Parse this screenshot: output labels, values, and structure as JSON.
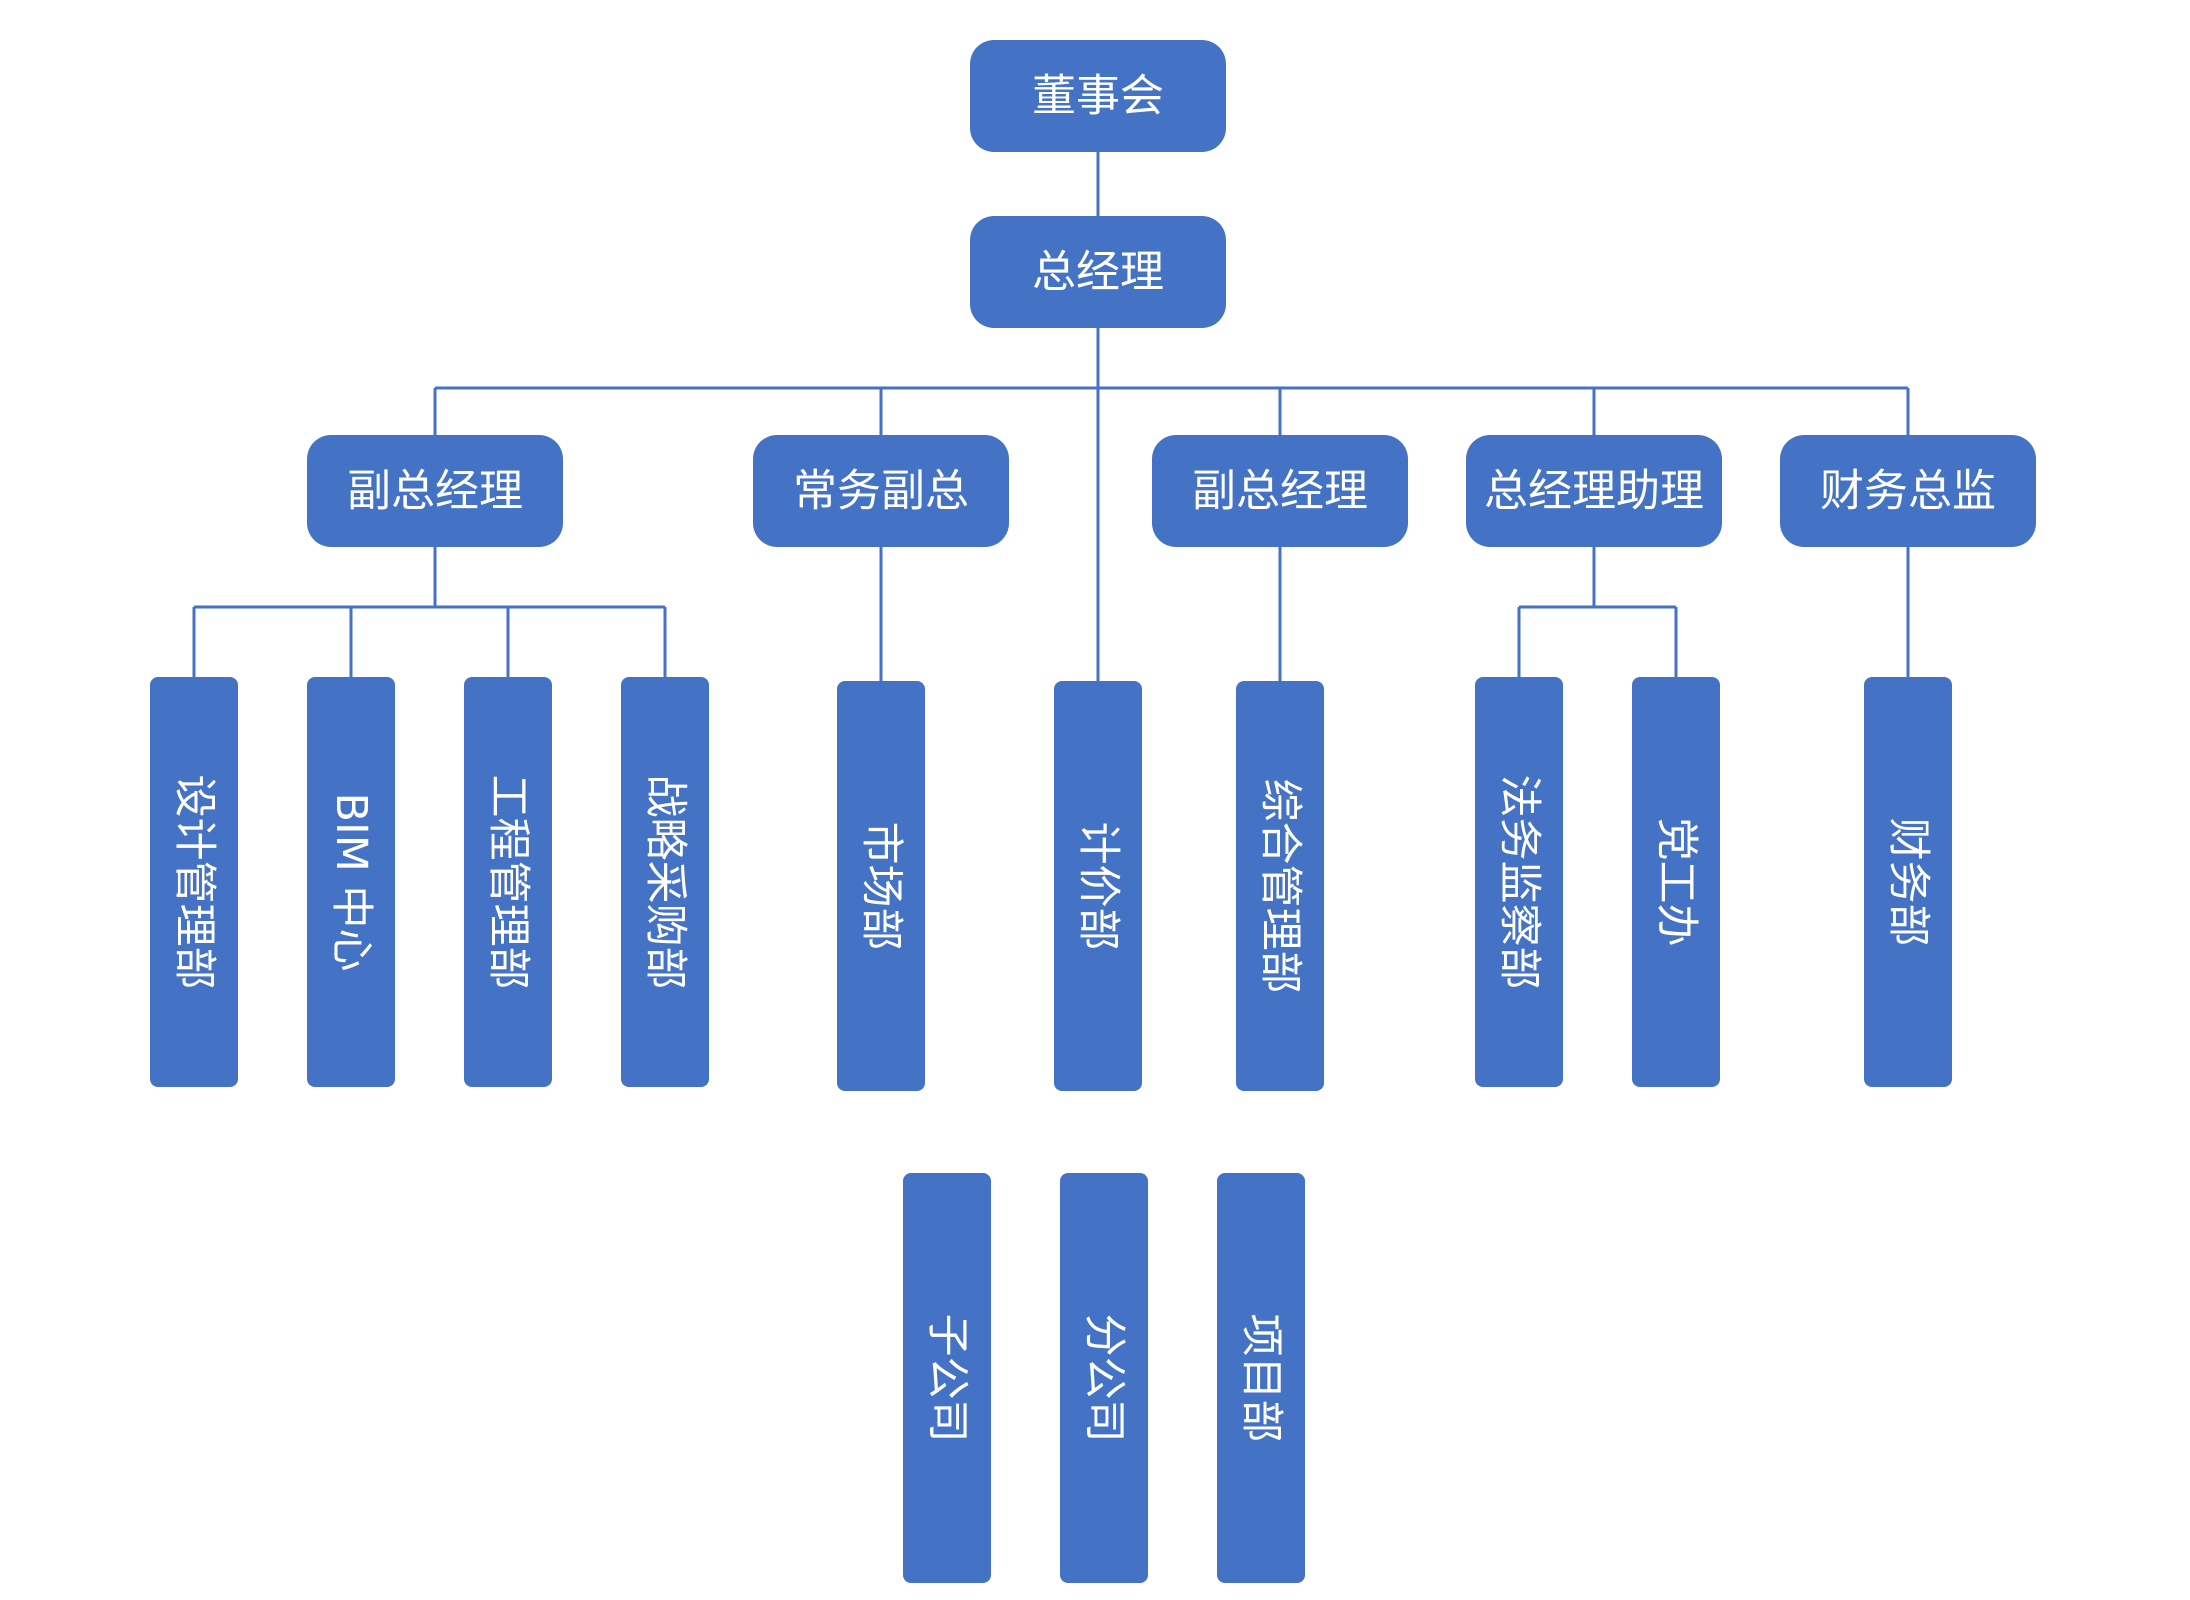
{
  "colors": {
    "box": "#4472C4",
    "text": "#ffffff",
    "line": "#4472C4",
    "background": "#ffffff"
  },
  "board": "董事会",
  "general_manager": "总经理",
  "executives": [
    {
      "label": "副总经理",
      "departments": [
        "设计管理部",
        "BIM 中心",
        "工程管理部",
        "战略采购部"
      ]
    },
    {
      "label": "常务副总",
      "departments": [
        "市场部"
      ]
    },
    {
      "label": "副总经理",
      "departments": [
        "综合管理部"
      ]
    },
    {
      "label": "总经理助理",
      "departments": [
        "法务监察部",
        "党工办"
      ]
    },
    {
      "label": "财务总监",
      "departments": [
        "财务部"
      ]
    }
  ],
  "direct_department": "计价部",
  "subsidiaries": [
    "子公司",
    "分公司",
    "项目部"
  ]
}
